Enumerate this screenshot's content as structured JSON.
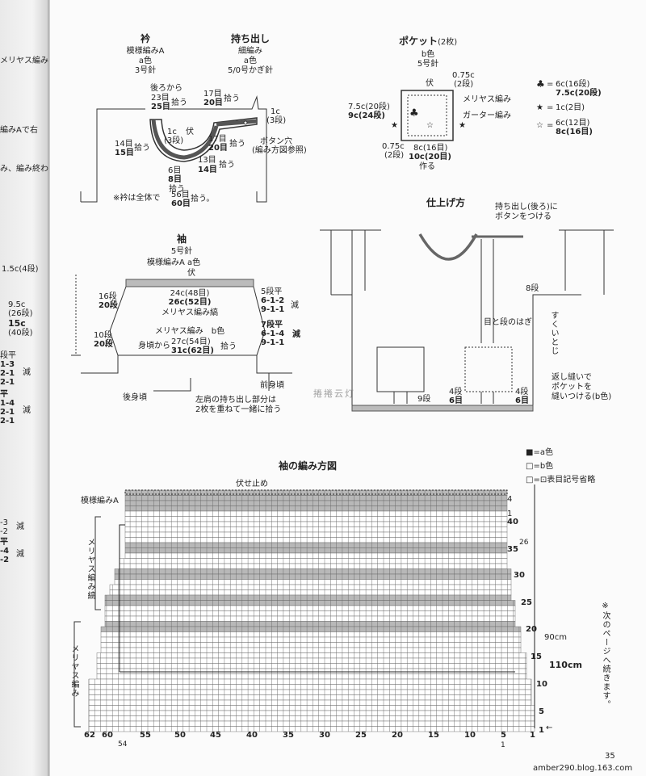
{
  "left_margin": {
    "fragments": [
      "メリヤス編み",
      "編みAで右",
      "み、編み終わ"
    ],
    "dec_top": [
      "段平",
      "1-3",
      "2-1",
      "2-1"
    ],
    "dec_mid": [
      "平",
      "1-4",
      "2-1",
      "2-1"
    ],
    "dec_bot1": [
      "-3",
      "-2"
    ],
    "dec_bot2": [
      "平",
      "-4",
      "-2"
    ],
    "gen": "減",
    "cm1": "1.5c(4段)",
    "cm2": "9.5c",
    "cm3": "(26段)",
    "cm4": "15c",
    "cm5": "(40段)"
  },
  "collar": {
    "title": "衿",
    "l1": "模様編みA",
    "l2": "a色",
    "l3": "3号針",
    "back1": "後ろから",
    "back2": "23目",
    "back3": "25目",
    "hirou": "拾う",
    "c1": "1c",
    "c1b": "(3段)",
    "fuse": "伏",
    "side1": "14目",
    "side2": "15目",
    "bot1": "6目",
    "bot2": "8目",
    "bot3": "13目",
    "bot4": "14目",
    "mid1": "17目",
    "mid2": "20目",
    "note_a": "※衿は全体で",
    "note_b": "56目",
    "note_c": "60目",
    "note_d": "拾う。"
  },
  "placket": {
    "title": "持ち出し",
    "l1": "細編み",
    "l2": "a色",
    "l3": "5/0号かぎ針",
    "top1": "17目",
    "top2": "20目",
    "c1": "1c",
    "c1b": "(3段)",
    "btn1": "ボタン穴",
    "btn2": "(編み方図参照)"
  },
  "pocket": {
    "title": "ポケット",
    "count": "(2枚)",
    "l1": "b色",
    "l2": "5号針",
    "fuse": "伏",
    "top1": "0.75c",
    "top2": "(2段)",
    "left1": "7.5c(20段)",
    "left2": "9c(24段)",
    "meriyasu": "メリヤス編み",
    "garter": "ガーター編み",
    "bl1": "0.75c",
    "bl2": "(2段)",
    "b1": "8c(16目)",
    "b2": "10c(20目)",
    "b3": "作る",
    "legend": [
      {
        "sym": "♣",
        "eq": "=",
        "l1": "6c(16段)",
        "l2": "7.5c(20段)"
      },
      {
        "sym": "★",
        "eq": "=",
        "l1": "1c(2目)",
        "l2": ""
      },
      {
        "sym": "☆",
        "eq": "=",
        "l1": "6c(12目)",
        "l2": "8c(16目)"
      }
    ]
  },
  "sleeve": {
    "title": "袖",
    "l1": "5号針",
    "l2": "模様編みA  a色",
    "fuse": "伏",
    "w1": "24c(48目)",
    "w2": "26c(52目)",
    "stripe": "メリヤス編み縞",
    "l16a": "16段",
    "l16b": "20段",
    "r1": "5段平",
    "r2": "6-1-2",
    "r3": "9-1-1",
    "gen": "減",
    "mer": "メリヤス編み　b色",
    "l10a": "10段",
    "l10b": "20段",
    "from": "身頃から",
    "bw1": "27c(54目)",
    "bw2": "31c(62目)",
    "hirou": "拾う",
    "r4": "7段平",
    "r5": "6-1-4",
    "r6": "9-1-1",
    "gen2": "減",
    "back": "後身頃",
    "front": "前身頃",
    "note1": "左肩の持ち出し部分は",
    "note2": "2枚を重ねて一緒に拾う"
  },
  "finish": {
    "title": "仕上げ方",
    "b1": "持ち出し(後ろ)に",
    "b2": "ボタンをつける",
    "r8": "8段",
    "hagi": "目と段のはぎ",
    "sukui": "すくいとじ",
    "k1": "返し縫いで",
    "k2": "ポケットを",
    "k3": "縫いつける(b色)",
    "n9": "9段",
    "l4": "4段",
    "l6": "6目",
    "r4": "4段",
    "r6": "6目"
  },
  "watermark": "捲捲云灯",
  "chart": {
    "title": "袖の編み方図",
    "legend": [
      "■=a色",
      "□=b色",
      "□=⊡表目記号省略"
    ],
    "bind_off": "伏せ止め",
    "pattern_a": "模様編みA",
    "stripe_label": "メリヤス編み縞",
    "plain_label": "メリヤス編み",
    "right_rows": [
      "4",
      "1",
      "40",
      "26",
      "35",
      "30",
      "25",
      "20",
      "15",
      "10",
      "5",
      "1"
    ],
    "cm90": "90cm",
    "cm110": "110cm",
    "bottom_nums": [
      "62",
      "60",
      "55",
      "50",
      "45",
      "40",
      "35",
      "30",
      "25",
      "20",
      "15",
      "10",
      "5",
      "1"
    ],
    "n54": "54",
    "n1": "1",
    "arrow": "←",
    "cont": "※次のページへ続きます。"
  },
  "footer": {
    "page": "35",
    "blog": "amber290.blog.163.com"
  }
}
